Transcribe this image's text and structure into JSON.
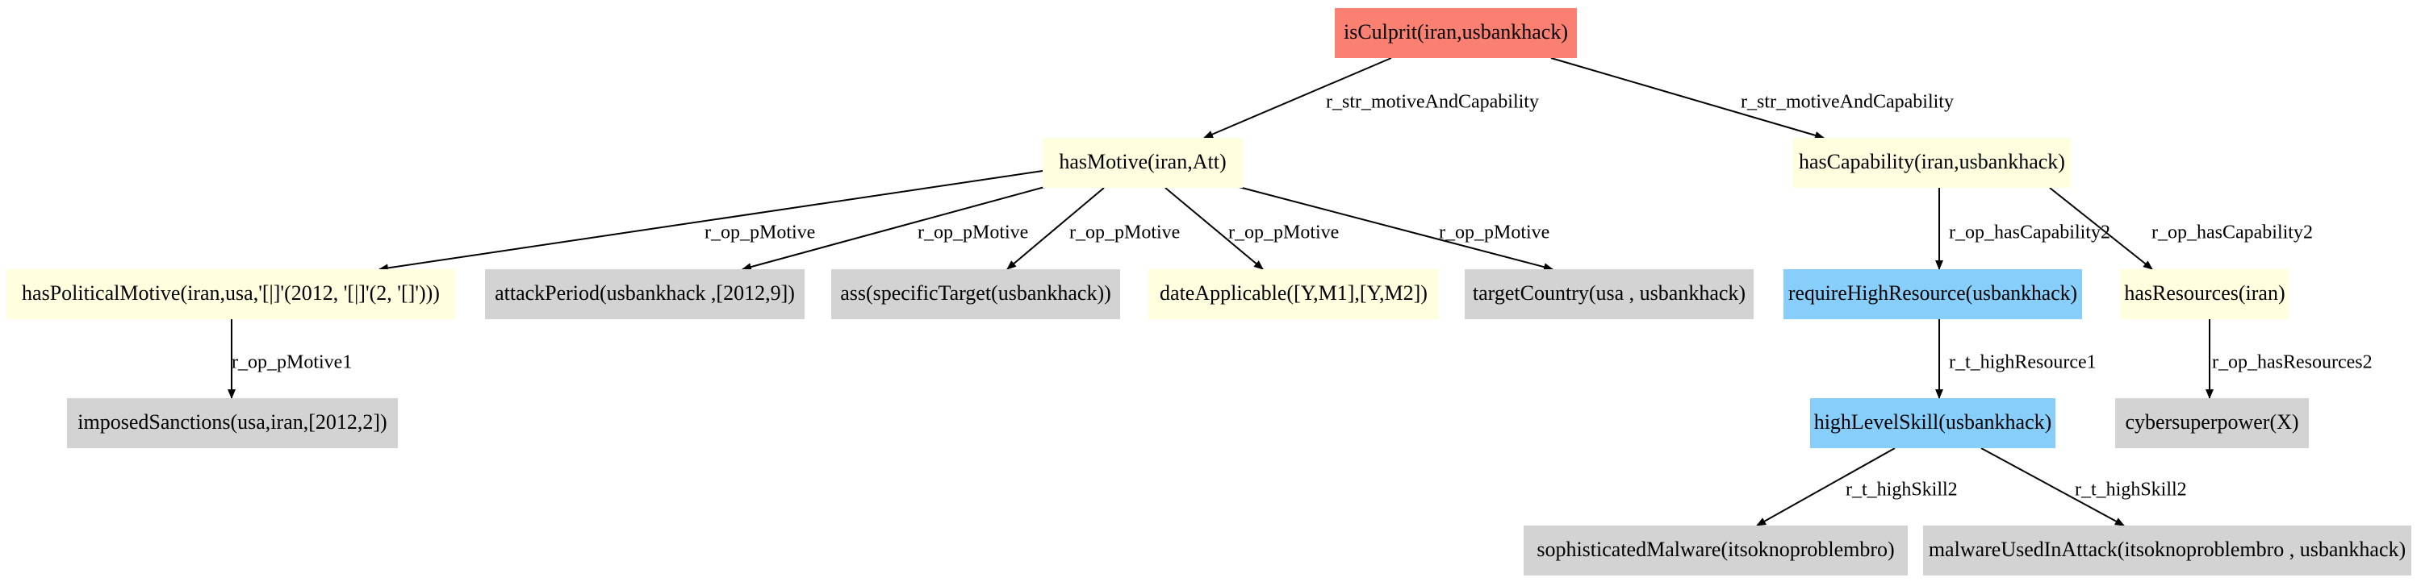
{
  "colors": {
    "root": "#fa8072",
    "goal": "#ffffe0",
    "fact": "#d3d3d3",
    "rule": "#87cefa",
    "edge": "#000000"
  },
  "nodes": [
    {
      "id": "n0",
      "label": "isCulprit(iran,usbankhack)",
      "style": "root"
    },
    {
      "id": "n1",
      "label": "hasMotive(iran,Att)",
      "style": "goal"
    },
    {
      "id": "n2",
      "label": "hasCapability(iran,usbankhack)",
      "style": "goal"
    },
    {
      "id": "n3",
      "label": "hasPoliticalMotive(iran,usa,'[|]'(2012, '[|]'(2, '[]')))",
      "style": "goal"
    },
    {
      "id": "n4",
      "label": "attackPeriod(usbankhack ,[2012,9])",
      "style": "fact"
    },
    {
      "id": "n5",
      "label": "ass(specificTarget(usbankhack))",
      "style": "fact"
    },
    {
      "id": "n6",
      "label": "dateApplicable([Y,M1],[Y,M2])",
      "style": "goal"
    },
    {
      "id": "n7",
      "label": "targetCountry(usa , usbankhack)",
      "style": "fact"
    },
    {
      "id": "n8",
      "label": "requireHighResource(usbankhack)",
      "style": "rule"
    },
    {
      "id": "n9",
      "label": "hasResources(iran)",
      "style": "goal"
    },
    {
      "id": "n10",
      "label": "imposedSanctions(usa,iran,[2012,2])",
      "style": "fact"
    },
    {
      "id": "n11",
      "label": "highLevelSkill(usbankhack)",
      "style": "rule"
    },
    {
      "id": "n12",
      "label": "cybersuperpower(X)",
      "style": "fact"
    },
    {
      "id": "n13",
      "label": "sophisticatedMalware(itsoknoproblembro)",
      "style": "fact"
    },
    {
      "id": "n14",
      "label": "malwareUsedInAttack(itsoknoproblembro , usbankhack)",
      "style": "fact"
    }
  ],
  "edges": [
    {
      "from": "n0",
      "to": "n1",
      "label": "r_str_motiveAndCapability"
    },
    {
      "from": "n0",
      "to": "n2",
      "label": "r_str_motiveAndCapability"
    },
    {
      "from": "n1",
      "to": "n3",
      "label": "r_op_pMotive"
    },
    {
      "from": "n1",
      "to": "n4",
      "label": "r_op_pMotive"
    },
    {
      "from": "n1",
      "to": "n5",
      "label": "r_op_pMotive"
    },
    {
      "from": "n1",
      "to": "n6",
      "label": "r_op_pMotive"
    },
    {
      "from": "n1",
      "to": "n7",
      "label": "r_op_pMotive"
    },
    {
      "from": "n2",
      "to": "n8",
      "label": "r_op_hasCapability2"
    },
    {
      "from": "n2",
      "to": "n9",
      "label": "r_op_hasCapability2"
    },
    {
      "from": "n3",
      "to": "n10",
      "label": "r_op_pMotive1"
    },
    {
      "from": "n8",
      "to": "n11",
      "label": "r_t_highResource1"
    },
    {
      "from": "n9",
      "to": "n12",
      "label": "r_op_hasResources2"
    },
    {
      "from": "n11",
      "to": "n13",
      "label": "r_t_highSkill2"
    },
    {
      "from": "n11",
      "to": "n14",
      "label": "r_t_highSkill2"
    }
  ]
}
